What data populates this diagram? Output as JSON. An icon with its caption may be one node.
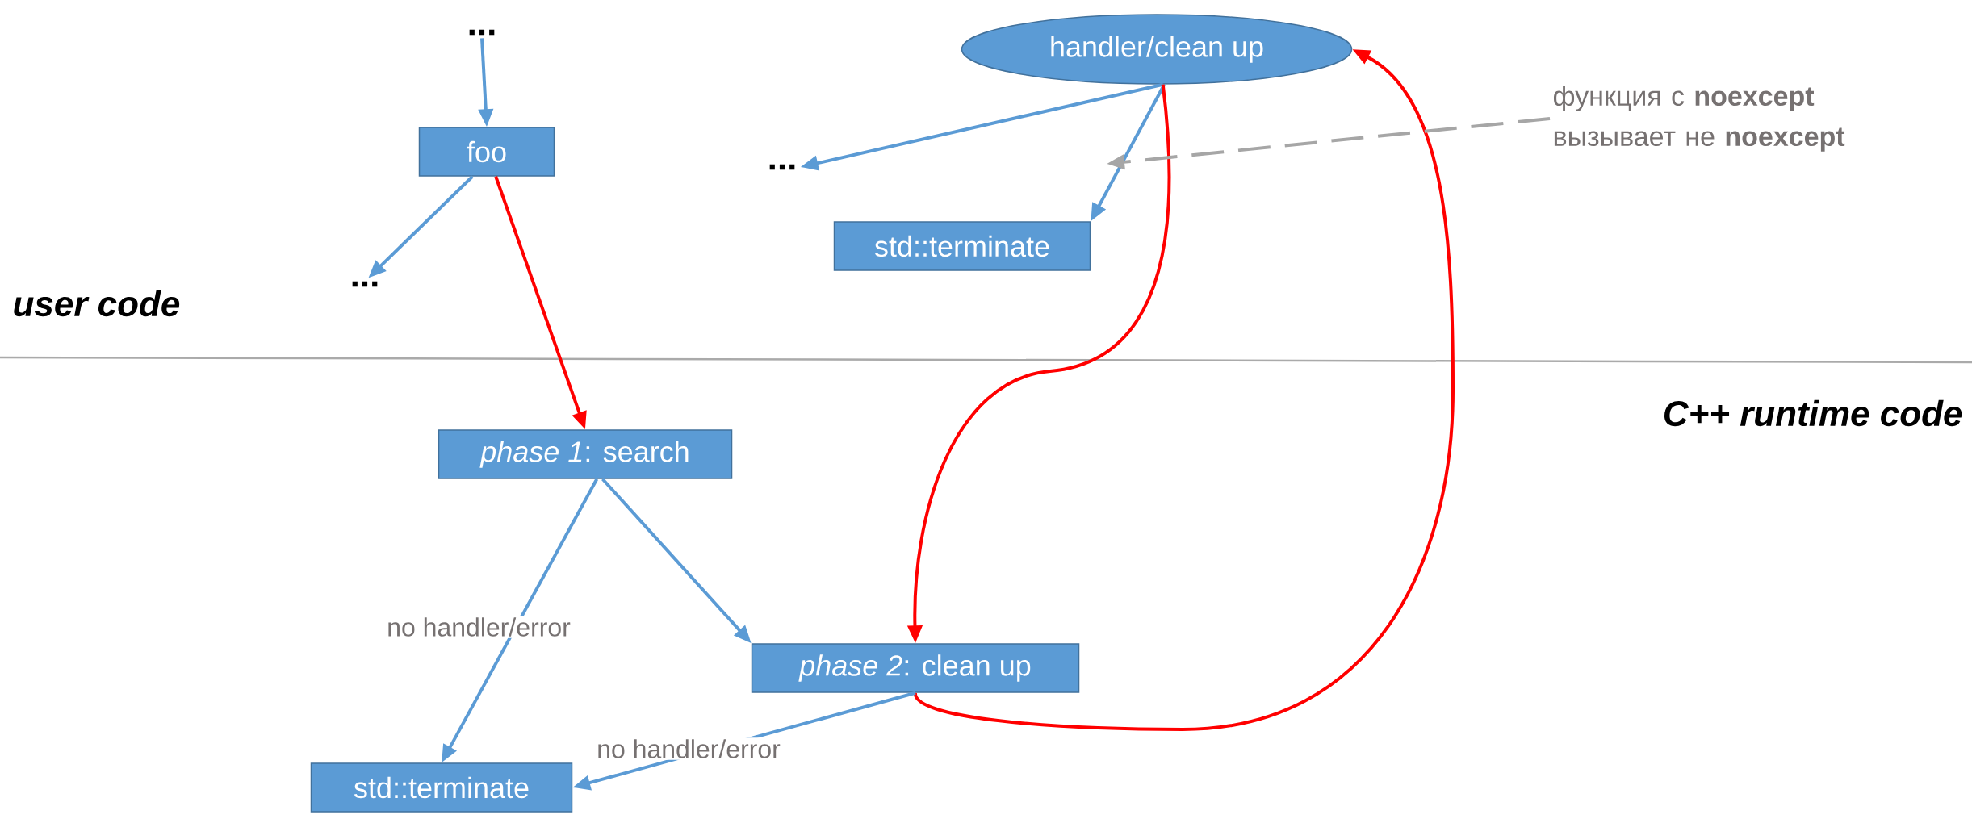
{
  "diagram": {
    "nodes": [
      {
        "text": [
          "..."
        ]
      },
      {
        "text": [
          "foo"
        ]
      },
      {
        "text": [
          "..."
        ]
      },
      {
        "text": [
          "handler/clean up"
        ]
      },
      {
        "text": [
          "..."
        ]
      },
      {
        "text": [
          "std::terminate"
        ]
      },
      {
        "text": [
          "*phase 1*: search"
        ]
      },
      {
        "text": [
          "*phase 2*: clean up"
        ]
      },
      {
        "text": [
          "std::terminate"
        ]
      },
      {
        "text": [
          "функция с **noexcept** вызывает не **noexcept**"
        ]
      }
    ],
    "edges": [
      {
        "from": 0,
        "to": 1,
        "arrow": "to"
      },
      {
        "from": 1,
        "to": 2,
        "arrow": "to"
      },
      {
        "from": 1,
        "to": 6,
        "arrow": "to",
        "color": "#ff0000"
      },
      {
        "from": 3,
        "to": 4,
        "arrow": "to"
      },
      {
        "from": 3,
        "to": 5,
        "arrow": "to"
      },
      {
        "from": 3,
        "to": 7,
        "arrow": "to",
        "color": "#ff0000"
      },
      {
        "from": 7,
        "to": 3,
        "arrow": "to",
        "color": "#ff0000"
      },
      {
        "from": 6,
        "to": 8,
        "arrow": "to",
        "label": "no handler/error"
      },
      {
        "from": 6,
        "to": 7,
        "arrow": "to"
      },
      {
        "from": 7,
        "to": 8,
        "arrow": "to",
        "label": "no handler/error"
      },
      {
        "from": 9,
        "to": null,
        "arrow": "to",
        "style": "dashed",
        "color": "#a6a6a6"
      }
    ],
    "labels": [
      "user code",
      "C++ runtime code"
    ]
  }
}
